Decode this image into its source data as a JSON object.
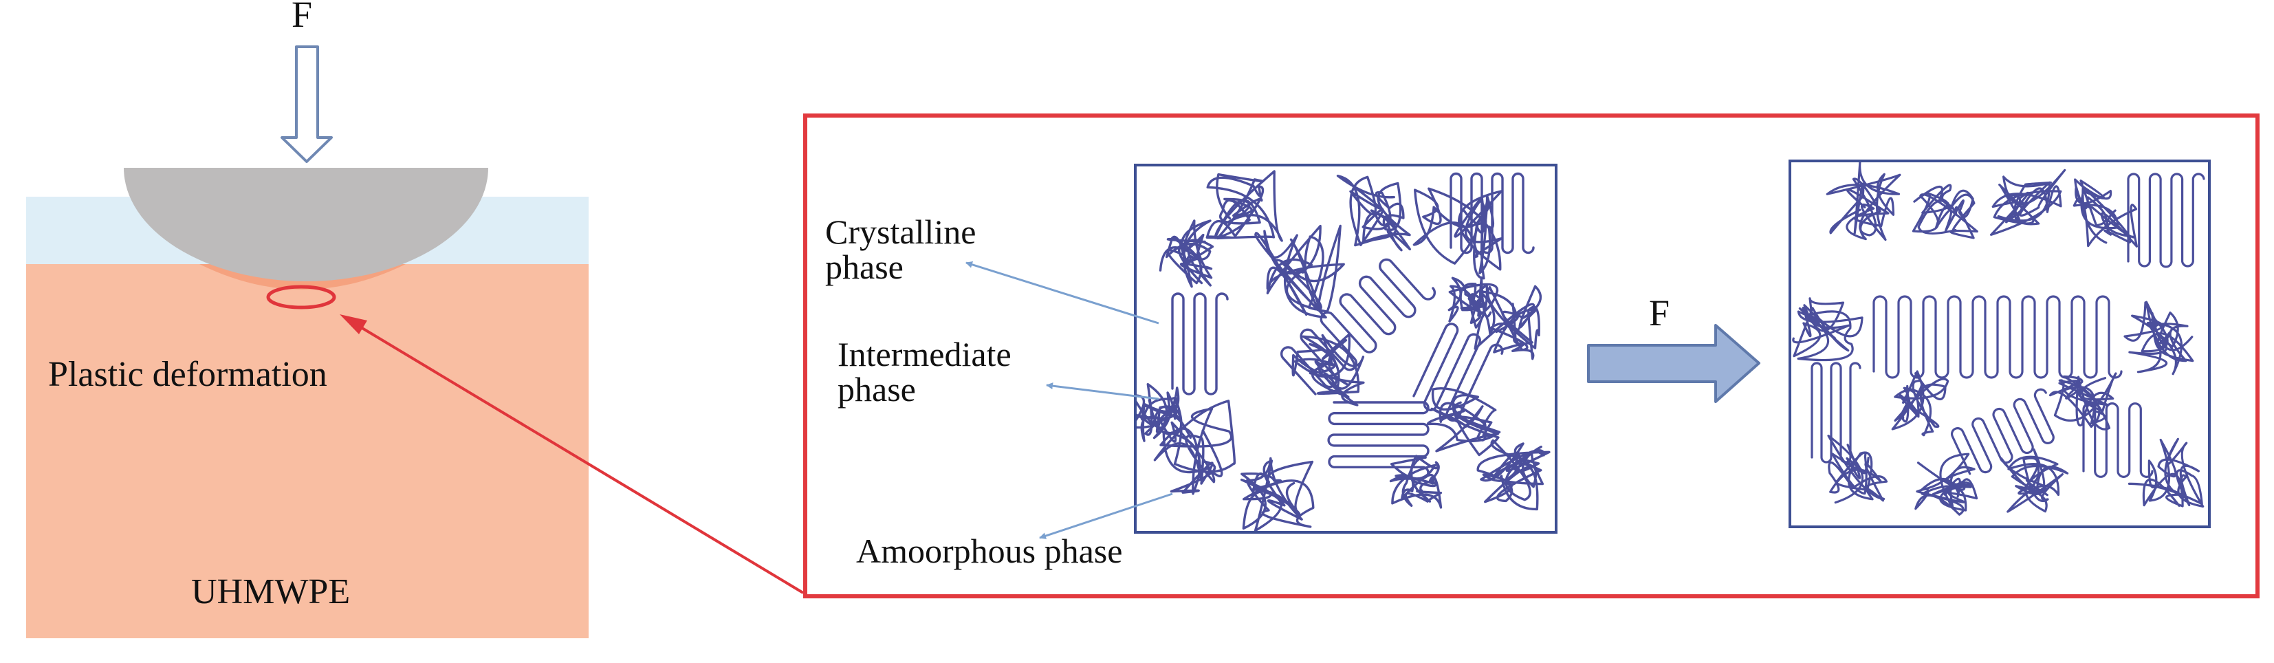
{
  "indentation": {
    "force_label": "F",
    "deformation_label": "Plastic deformation",
    "material_label": "UHMWPE"
  },
  "microstructure": {
    "crystalline_label": "Crystalline phase",
    "intermediate_label": "Intermediate phase",
    "amorphous_label": "Amoorphous phase",
    "force_label": "F"
  },
  "colors": {
    "polymer": "#f9bea2",
    "coating": "#deeef7",
    "indenter": "#bdbbbb",
    "zoom_frame": "#e23a3f",
    "chains": "#4b4f9c",
    "arrow_fill": "#9cb2d8"
  }
}
